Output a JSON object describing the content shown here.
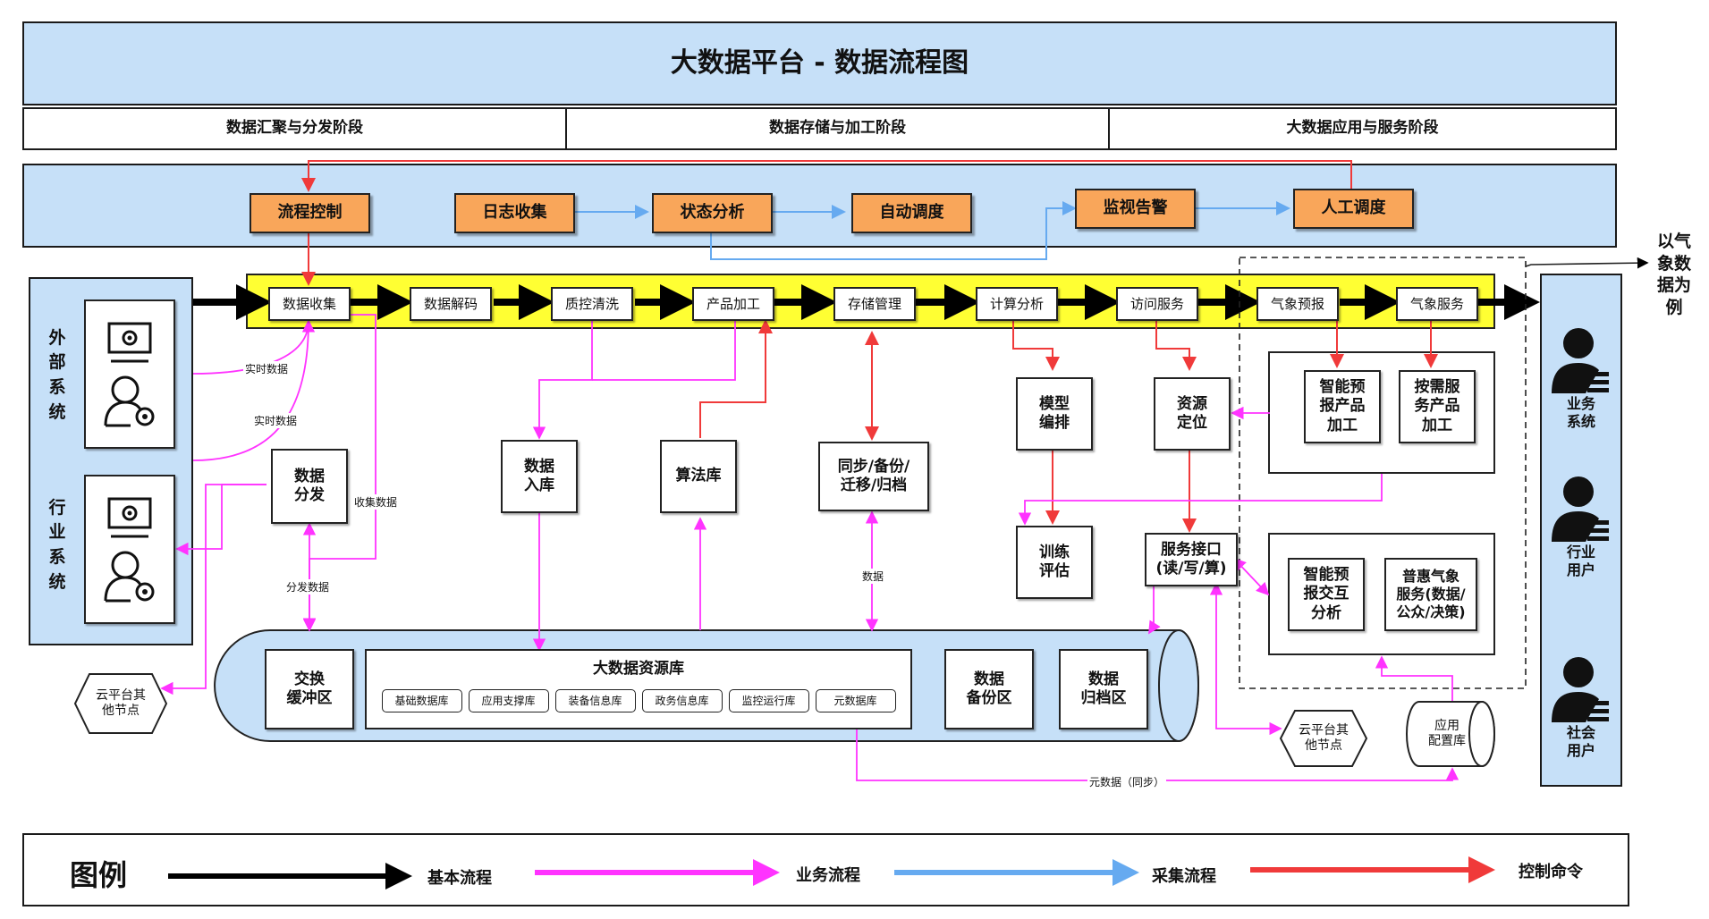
{
  "header": {
    "title": "大数据平台 - 数据流程图"
  },
  "stages": [
    "数据汇聚与分发阶段",
    "数据存储与加工阶段",
    "大数据应用与服务阶段"
  ],
  "control": [
    "流程控制",
    "日志收集",
    "状态分析",
    "自动调度",
    "监视告警",
    "人工调度"
  ],
  "pipeline": [
    "数据收集",
    "数据解码",
    "质控清洗",
    "产品加工",
    "存储管理",
    "计算分析",
    "访问服务",
    "气象预报",
    "气象服务"
  ],
  "left_panel": {
    "external": "外部系统",
    "industry": "行业系统"
  },
  "nodes": {
    "dist": "数据\n分发",
    "ingest": "数据\n入库",
    "algo": "算法库",
    "sync": "同步/备份/\n迁移/归档",
    "model": "模型\n编排",
    "train": "训练\n评估",
    "locate": "资源\n定位",
    "api": "服务接口\n(读/写/算)",
    "smart_fc": "智能预\n报产品\n加工",
    "on_demand": "按需服\n务产品\n加工",
    "interact": "智能预\n报交互\n分析",
    "public": "普惠气象\n服务(数据/\n公众/决策)",
    "cloud_left": "云平台其\n他节点",
    "cloud_right": "云平台其\n他节点",
    "app_db": "应用\n配置库"
  },
  "resource": {
    "exchange": "交换\n缓冲区",
    "title": "大数据资源库",
    "dbs": [
      "基础数据库",
      "应用支撑库",
      "装备信息库",
      "政务信息库",
      "监控运行库",
      "元数据库"
    ],
    "backup": "数据\n备份区",
    "archive": "数据\n归档区"
  },
  "edge_labels": {
    "realtime1": "实时数据",
    "realtime2": "实时数据",
    "collect": "收集数据",
    "dist_data": "分发数据",
    "data": "数据",
    "meta_sync": "元数据（同步）"
  },
  "side_note": "以气象数据为例",
  "users": [
    "业务\n系统",
    "行业\n用户",
    "社会\n用户"
  ],
  "legend": {
    "title": "图例",
    "items": [
      {
        "label": "基本流程",
        "color": "#000000"
      },
      {
        "label": "业务流程",
        "color": "#ff33ff"
      },
      {
        "label": "采集流程",
        "color": "#66aaf0"
      },
      {
        "label": "控制命令",
        "color": "#f03a3a"
      }
    ]
  },
  "colors": {
    "banner_bg": "#c6e0f8",
    "orange": "#f9a65a",
    "yellow": "#ffff33",
    "basic": "#000000",
    "business": "#ff33ff",
    "collect": "#66aaf0",
    "control": "#f03a3a"
  }
}
